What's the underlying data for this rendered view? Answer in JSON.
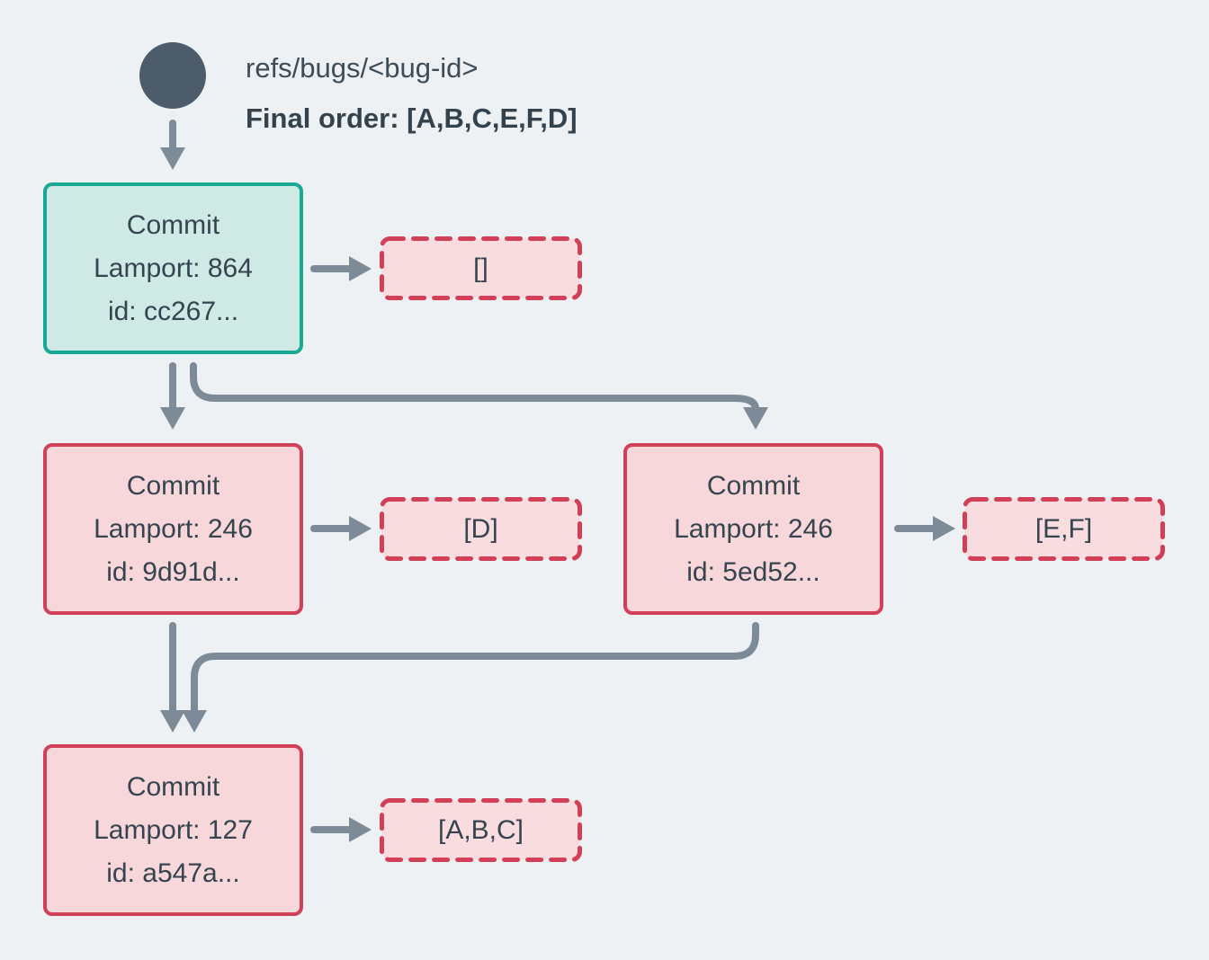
{
  "header": {
    "ref_name": "refs/bugs/<bug-id>",
    "final_order": "Final order: [A,B,C,E,F,D]"
  },
  "colors": {
    "background": "#edf1f4",
    "ref_dot": "#4d5c6a",
    "arrow": "#7d8b99",
    "text": "#35444e",
    "teal_border": "#19a893",
    "teal_fill": "#cfe9e5",
    "red_border": "#d24058",
    "red_fill": "#f8d7db",
    "dashed_fill": "#f9dce0"
  },
  "commits": [
    {
      "title": "Commit",
      "lamport": "Lamport: 864",
      "id": "id: cc267...",
      "ops": "[]",
      "style": "teal"
    },
    {
      "title": "Commit",
      "lamport": "Lamport: 246",
      "id": "id: 9d91d...",
      "ops": "[D]",
      "style": "red"
    },
    {
      "title": "Commit",
      "lamport": "Lamport: 246",
      "id": "id: 5ed52...",
      "ops": "[E,F]",
      "style": "red"
    },
    {
      "title": "Commit",
      "lamport": "Lamport: 127",
      "id": "id: a547a...",
      "ops": "[A,B,C]",
      "style": "red"
    }
  ]
}
